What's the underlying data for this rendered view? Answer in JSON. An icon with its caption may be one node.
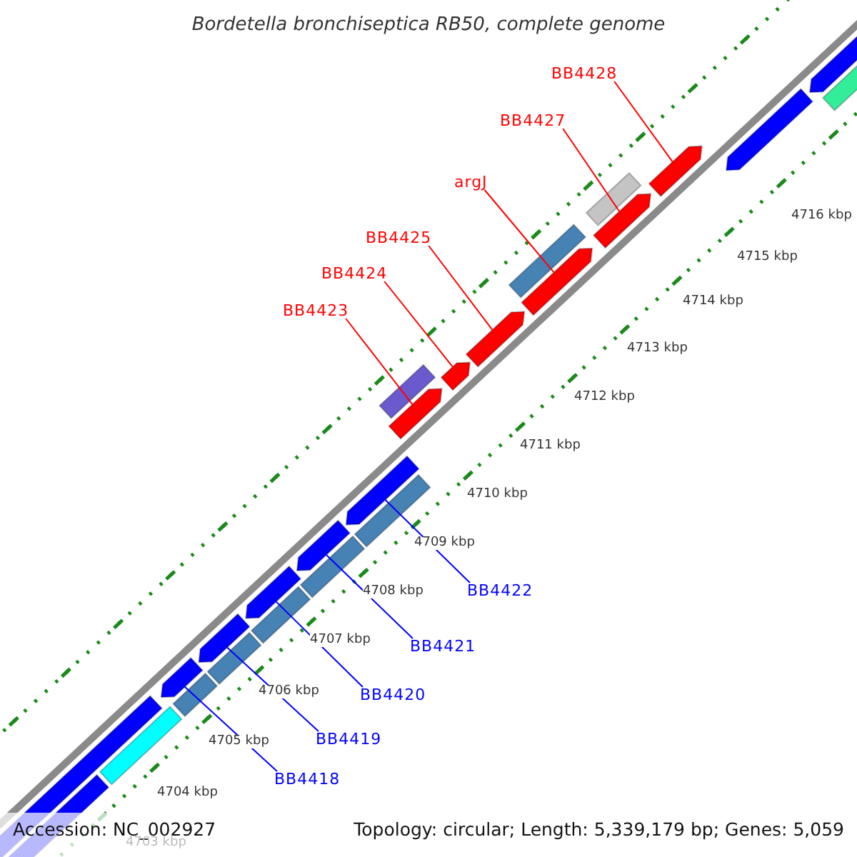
{
  "diagram": {
    "title": "Bordetella bronchiseptica RB50, complete genome",
    "nodes": [
      {
        "text": [
          "BB4428"
        ]
      },
      {
        "text": [
          "BB4427"
        ]
      },
      {
        "text": [
          "argJ"
        ]
      },
      {
        "text": [
          "BB4425"
        ]
      },
      {
        "text": [
          "BB4424"
        ]
      },
      {
        "text": [
          "BB4423"
        ]
      },
      {
        "text": [],
        "shape": "arrow"
      },
      {
        "text": [],
        "shape": "arrow"
      },
      {
        "text": [],
        "shape": "arrow"
      },
      {
        "text": [],
        "shape": "arrow"
      },
      {
        "text": [],
        "shape": "arrow"
      },
      {
        "text": [],
        "shape": "arrow"
      },
      {
        "text": [
          "BB4422"
        ]
      },
      {
        "text": [
          "BB4421"
        ]
      },
      {
        "text": [
          "BB4420"
        ]
      },
      {
        "text": [
          "BB4419"
        ]
      },
      {
        "text": [
          "BB4418"
        ]
      },
      {
        "text": [],
        "shape": "arrow"
      },
      {
        "text": [],
        "shape": "arrow"
      },
      {
        "text": [],
        "shape": "arrow"
      },
      {
        "text": [],
        "shape": "arrow"
      },
      {
        "text": [],
        "shape": "arrow"
      }
    ],
    "edges": [
      {
        "from": 0,
        "to": 11,
        "arrow": "none"
      },
      {
        "from": 1,
        "to": 10,
        "arrow": "none"
      },
      {
        "from": 2,
        "to": 9,
        "arrow": "none"
      },
      {
        "from": 3,
        "to": 8,
        "arrow": "none"
      },
      {
        "from": 4,
        "to": 7,
        "arrow": "none"
      },
      {
        "from": 5,
        "to": 6,
        "arrow": "none"
      },
      {
        "from": 12,
        "to": 21,
        "arrow": "none",
        "color": "#0000ff"
      },
      {
        "from": 13,
        "to": 20,
        "arrow": "none",
        "color": "#0000ff"
      },
      {
        "from": 14,
        "to": 19,
        "arrow": "none",
        "color": "#0000ff"
      },
      {
        "from": 15,
        "to": 18,
        "arrow": "none",
        "color": "#0000ff"
      },
      {
        "from": 16,
        "to": 17,
        "arrow": "none",
        "color": "#0000ff"
      }
    ],
    "labels": [
      "4716 kbp",
      "4715 kbp",
      "4714 kbp",
      "4713 kbp",
      "4712 kbp",
      "4711 kbp",
      "4710 kbp",
      "4709 kbp",
      "4708 kbp",
      "4707 kbp",
      "4706 kbp",
      "4705 kbp",
      "4704 kbp",
      "Accession: NC_002927",
      "Topology: circular; Length: 5,339,179 bp; Genes: 5,059",
      "4703 kbp"
    ]
  }
}
